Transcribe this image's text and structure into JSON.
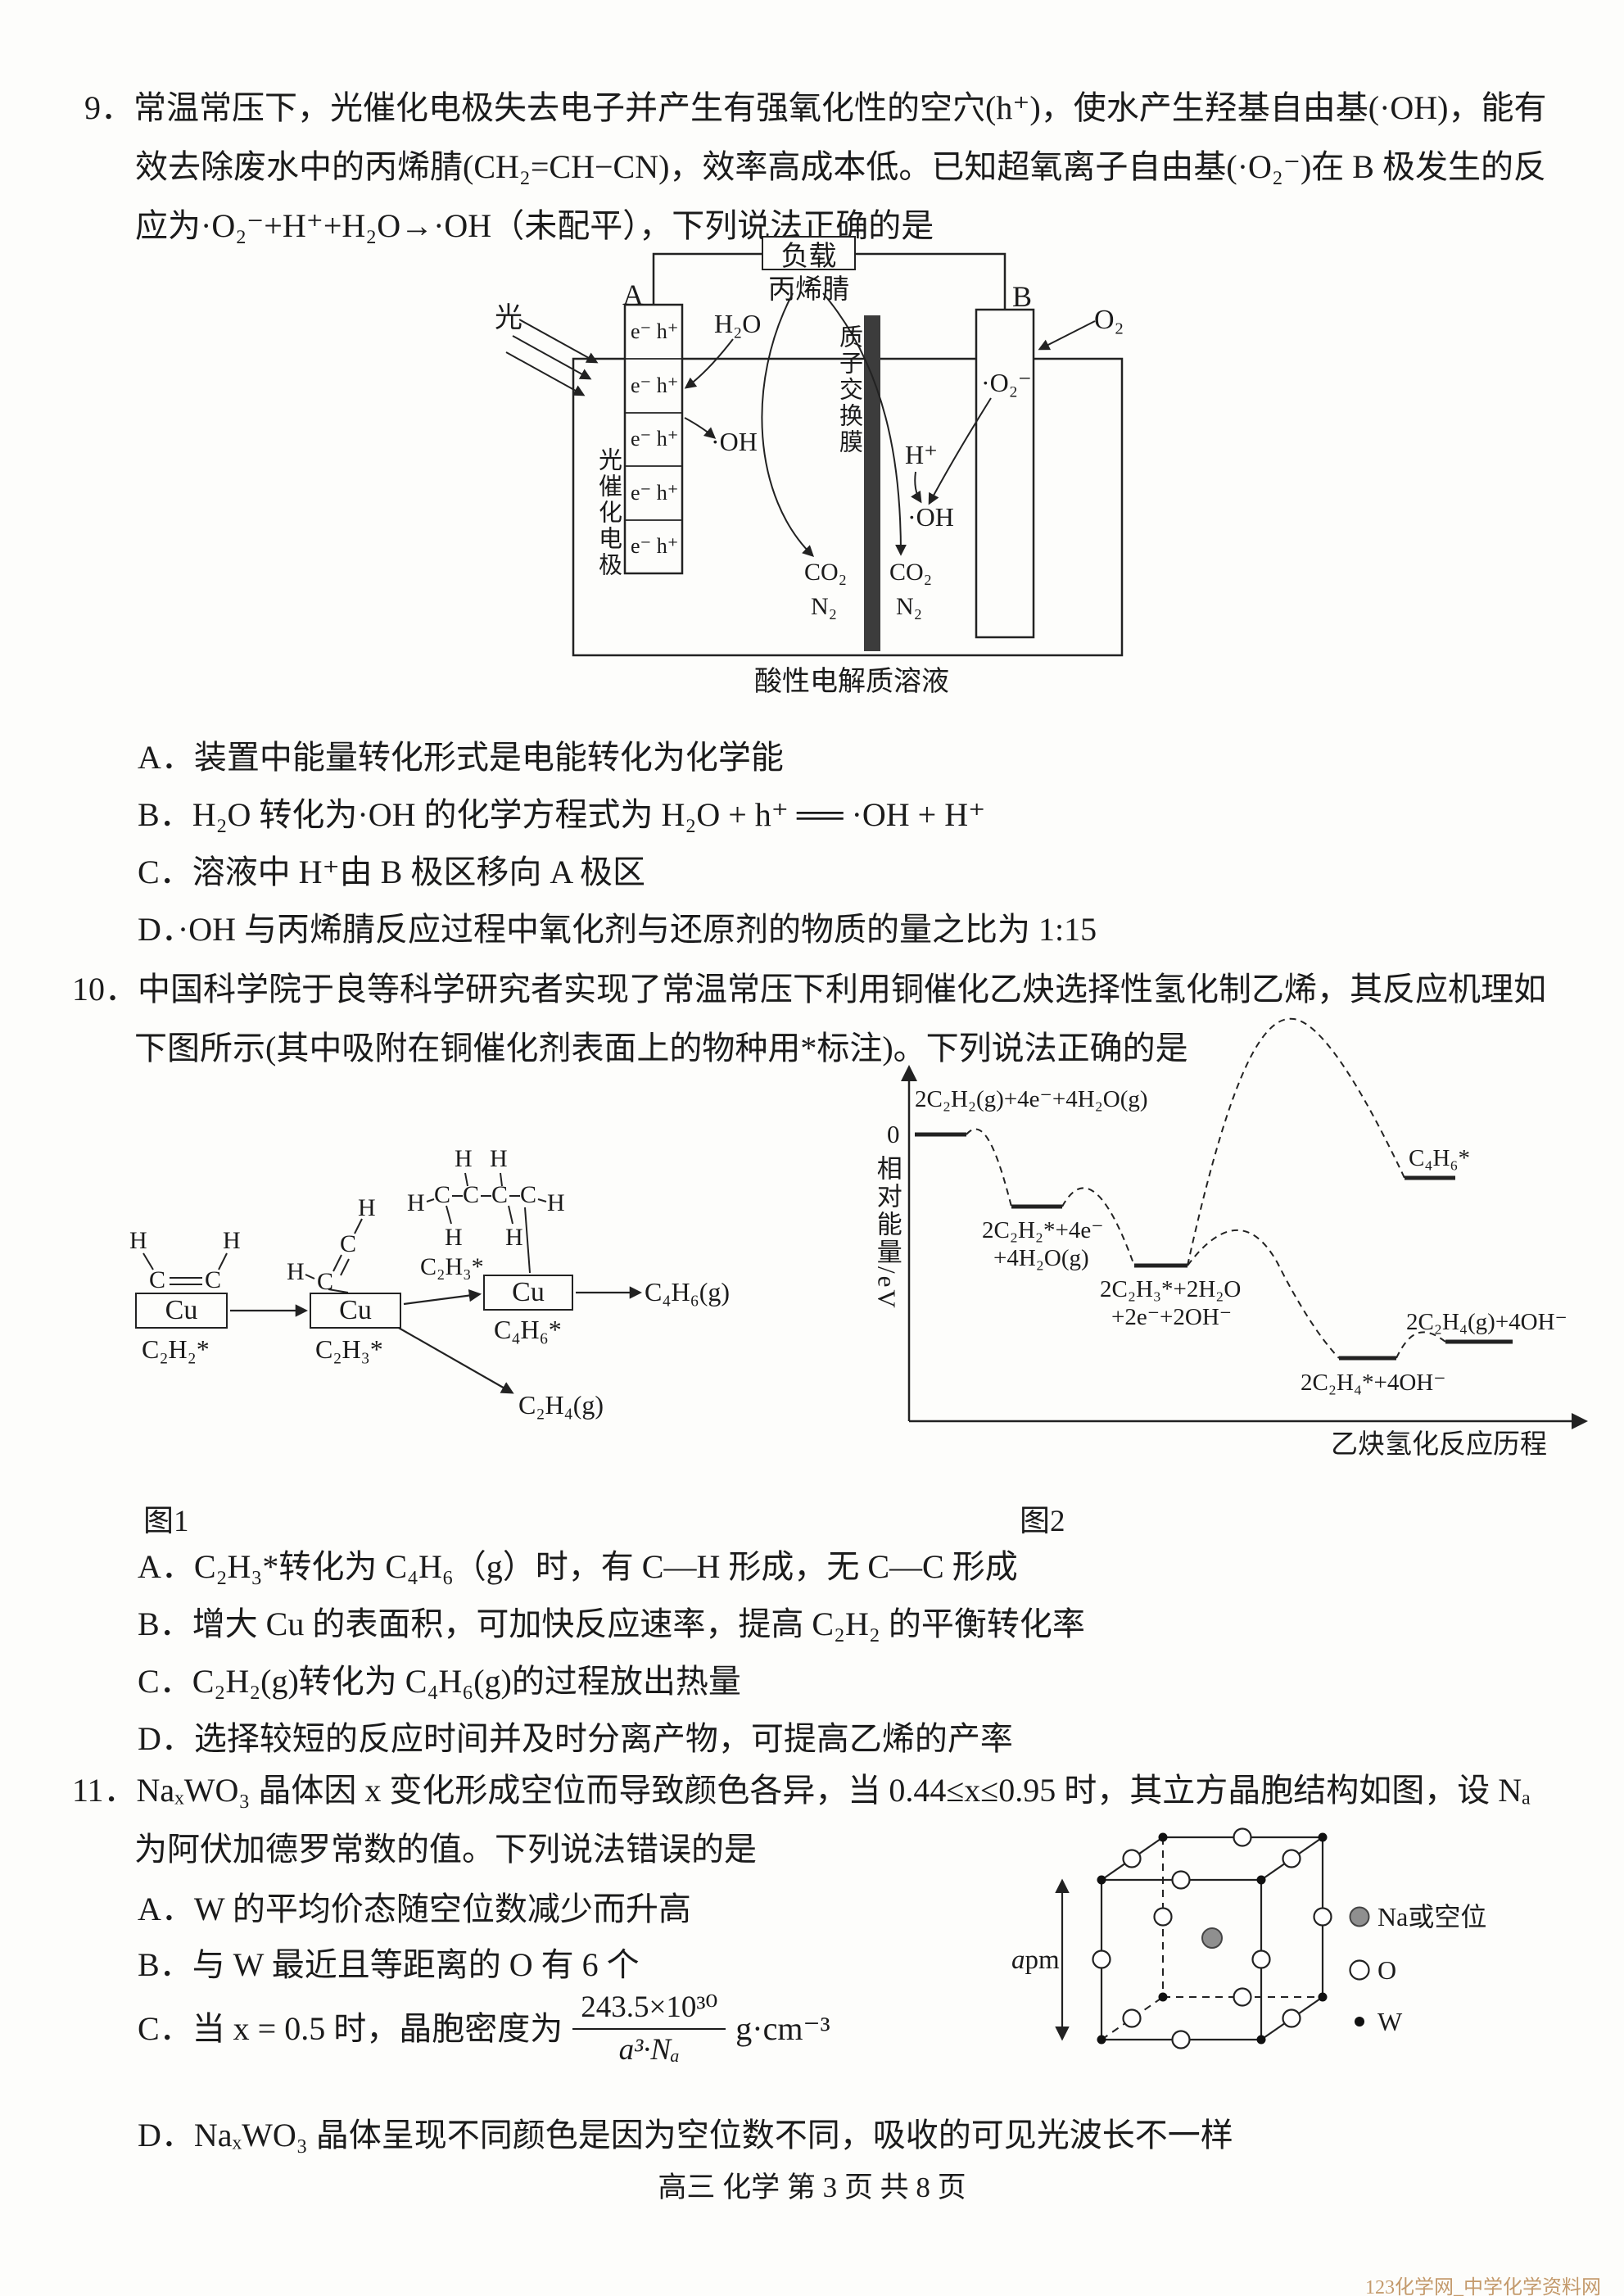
{
  "q9": {
    "number": "9．",
    "stem": "常温常压下，光催化电极失去电子并产生有强氧化性的空穴(h⁺)，使水产生羟基自由基(·OH)，能有效去除废水中的丙烯腈(CH₂=CH−CN)，效率高成本低。已知超氧离子自由基(·O₂⁻)在 B 极发生的反应为·O₂⁻+H⁺+H₂O→·OH（未配平），下列说法正确的是",
    "diagram": {
      "load": "负载",
      "acrylonitrile": "丙烯腈",
      "electrode_a": "A",
      "electrode_b": "B",
      "light": "光",
      "water": "H₂O",
      "eh_pair": "e⁻ h⁺",
      "photo_electrode": "光催化电极",
      "oh": "·OH",
      "membrane": "质子交换膜",
      "h_plus": "H⁺",
      "superoxide": "·O₂⁻",
      "co2": "CO₂",
      "n2": "N₂",
      "o2": "O₂",
      "electrolyte": "酸性电解质溶液"
    },
    "options": [
      {
        "label": "A．",
        "text": "装置中能量转化形式是电能转化为化学能"
      },
      {
        "label": "B．",
        "text": "H₂O 转化为·OH 的化学方程式为 H₂O + h⁺ ══ ·OH + H⁺"
      },
      {
        "label": "C．",
        "text": "溶液中 H⁺由 B 极区移向 A 极区"
      },
      {
        "label": "D．",
        "text": "·OH 与丙烯腈反应过程中氧化剂与还原剂的物质的量之比为 1:15"
      }
    ]
  },
  "q10": {
    "number": "10．",
    "stem": "中国科学院于良等科学研究者实现了常温常压下利用铜催化乙炔选择性氢化制乙烯，其反应机理如下图所示(其中吸附在铜催化剂表面上的物种用*标注)。下列说法正确的是",
    "fig1": {
      "cu": "Cu",
      "h": "H",
      "c": "C",
      "c2h2_ads": "C₂H₂*",
      "c2h3_ads": "C₂H₃*",
      "c2h3_arrow": "C₂H₃*",
      "c4h6_ads": "C₄H₆*",
      "c4h6_gas": "C₄H₆(g)",
      "c2h4_gas": "C₂H₄(g)",
      "caption": "图1"
    },
    "fig2": {
      "ylabel": "相对能量/eV",
      "zero": "0",
      "s1": "2C₂H₂(g)+4e⁻+4H₂O(g)",
      "s2a": "2C₂H₂*+4e⁻",
      "s2b": "+4H₂O(g)",
      "s3a": "2C₂H₃*+2H₂O",
      "s3b": "+2e⁻+2OH⁻",
      "s4": "C₄H₆*",
      "s5": "2C₂H₄*+4OH⁻",
      "s6": "2C₂H₄(g)+4OH⁻",
      "xlabel": "乙炔氢化反应历程",
      "caption": "图2"
    },
    "options": [
      {
        "label": "A．",
        "text": "C₂H₃*转化为 C₄H₆（g）时，有 C—H 形成，无 C—C 形成"
      },
      {
        "label": "B．",
        "text": "增大 Cu 的表面积，可加快反应速率，提高 C₂H₂ 的平衡转化率"
      },
      {
        "label": "C．",
        "text": "C₂H₂(g)转化为 C₄H₆(g)的过程放出热量"
      },
      {
        "label": "D．",
        "text": "选择较短的反应时间并及时分离产物，可提高乙烯的产率"
      }
    ]
  },
  "q11": {
    "number": "11．",
    "stem": "NaₓWO₃ 晶体因 x 变化形成空位而导致颜色各异，当 0.44≤x≤0.95 时，其立方晶胞结构如图，设 Nₐ 为阿伏加德罗常数的值。下列说法错误的是",
    "crystal": {
      "dim_a": "a",
      "dim_unit": "pm",
      "legend_na": "Na或空位",
      "legend_o": "O",
      "legend_w": "W"
    },
    "options": [
      {
        "label": "A．",
        "text": "W 的平均价态随空位数减少而升高"
      },
      {
        "label": "B．",
        "text": "与 W 最近且等距离的 O 有 6 个"
      },
      {
        "label": "C．",
        "text_before": "当 x = 0.5 时，晶胞密度为",
        "frac_num": "243.5×10³⁰",
        "frac_den": "a³·Nₐ",
        "text_after": "g·cm⁻³"
      },
      {
        "label": "D．",
        "text": "NaₓWO₃ 晶体呈现不同颜色是因为空位数不同，吸收的可见光波长不一样"
      }
    ]
  },
  "footer": "高三 化学 第 3 页 共 8 页",
  "watermark": "123化学网_中学化学资料网"
}
